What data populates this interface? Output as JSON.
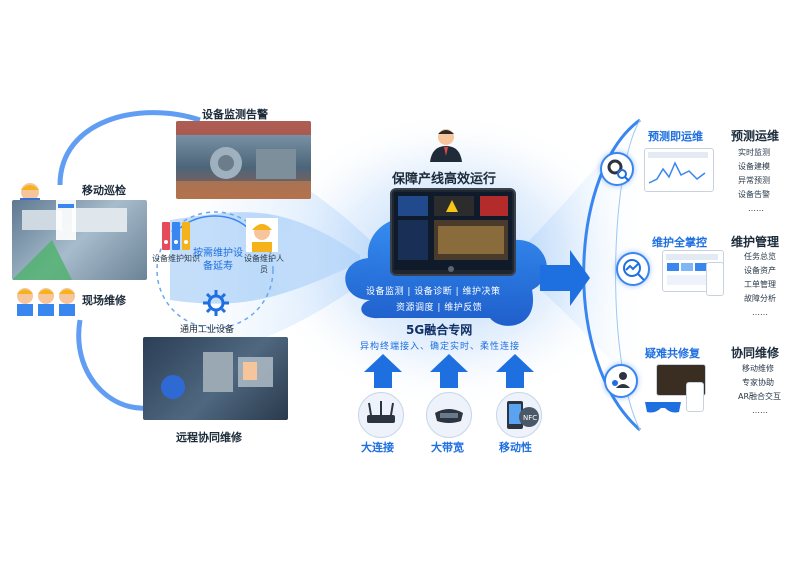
{
  "left": {
    "mobile_patrol": "移动巡检",
    "onsite_repair": "现场维修",
    "device_alarm": "设备监测告警",
    "remote_repair": "远程协同维修",
    "knowledge": "设备维护知识",
    "on_demand": "按需维护设备延寿",
    "personnel": "设备维护人员",
    "general_equipment": "通用工业设备"
  },
  "center": {
    "headline": "保障产线高效运行",
    "services_line1": "设备监测 | 设备诊断 | 维护决策",
    "services_line2": "资源调度 | 维护反馈",
    "network_title": "5G融合专网",
    "network_sub": "异构终端接入、确定实时、柔性连接",
    "capabilities": [
      "大连接",
      "大带宽",
      "移动性"
    ]
  },
  "right": {
    "groups": [
      {
        "tag": "预测即运维",
        "title": "预测运维",
        "items": [
          "实时监测",
          "设备建模",
          "异常预测",
          "设备告警",
          "……"
        ]
      },
      {
        "tag": "维护全掌控",
        "title": "维护管理",
        "items": [
          "任务总览",
          "设备资产",
          "工单管理",
          "故障分析",
          "……"
        ]
      },
      {
        "tag": "疑难共修复",
        "title": "协同维修",
        "items": [
          "移动维修",
          "专家协助",
          "AR融合交互",
          "……"
        ]
      }
    ]
  },
  "colors": {
    "accent": "#1e6fe0",
    "light": "#cfe2fb",
    "dark": "#1c2b3a"
  }
}
